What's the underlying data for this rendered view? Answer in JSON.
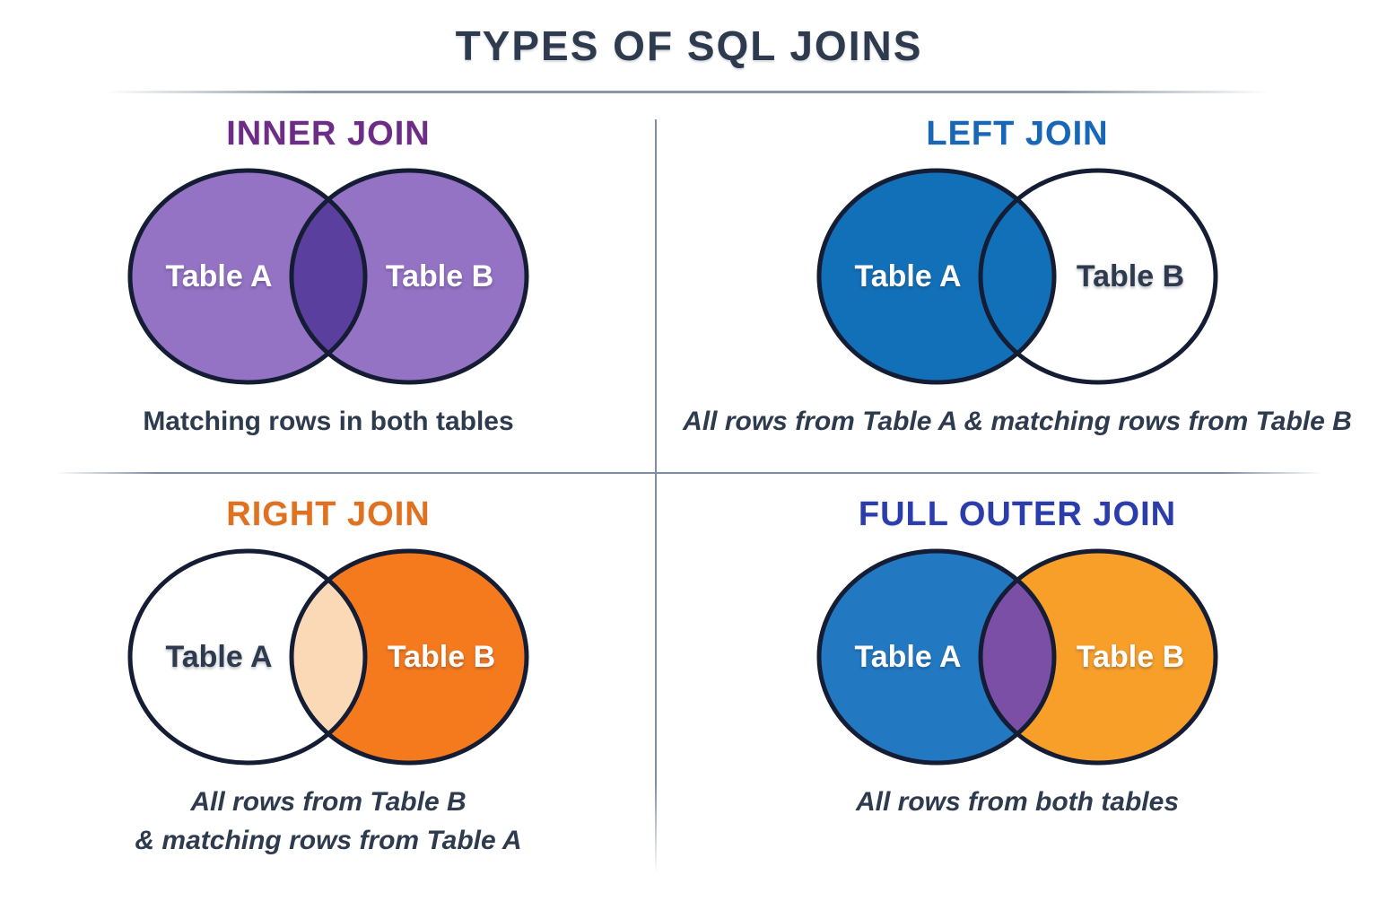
{
  "page": {
    "title": "TYPES OF SQL JOINS"
  },
  "colors": {
    "heading_text": "#2e3b4e",
    "caption_text": "#2e3b4e",
    "circle_outline": "#151d35",
    "divider": "#8a97a5"
  },
  "quadrants": [
    {
      "id": "inner-join",
      "title": "INNER JOIN",
      "title_color": "#6d2d87",
      "caption_style": "normal",
      "caption_lines": [
        "Matching rows in both tables"
      ],
      "venn": {
        "a_label": "Table A",
        "b_label": "Table B",
        "a_label_color": "#ffffff",
        "b_label_color": "#ffffff",
        "a_fill": "#9472c4",
        "b_fill": "#9472c4",
        "overlap_fill": "#5b3f9e"
      }
    },
    {
      "id": "left-join",
      "title": "LEFT JOIN",
      "title_color": "#1766b7",
      "caption_style": "italic",
      "caption_lines": [
        "All rows from Table A & matching rows from Table B"
      ],
      "venn": {
        "a_label": "Table A",
        "b_label": "Table B",
        "a_label_color": "#ffffff",
        "b_label_color": "#2e3b4e",
        "a_fill": "#1270b8",
        "b_fill": "#ffffff",
        "overlap_fill": "#1270b8"
      }
    },
    {
      "id": "right-join",
      "title": "RIGHT JOIN",
      "title_color": "#e0721f",
      "caption_style": "italic",
      "caption_lines": [
        "All rows from Table B",
        "& matching rows from Table A"
      ],
      "venn": {
        "a_label": "Table A",
        "b_label": "Table B",
        "a_label_color": "#2e3b4e",
        "b_label_color": "#ffffff",
        "a_fill": "#ffffff",
        "b_fill": "#f57a1e",
        "overlap_fill": "#fbd9b6"
      }
    },
    {
      "id": "full-outer-join",
      "title": "FULL OUTER JOIN",
      "title_color": "#2b3dad",
      "caption_style": "italic",
      "caption_lines": [
        "All rows from both tables"
      ],
      "venn": {
        "a_label": "Table A",
        "b_label": "Table B",
        "a_label_color": "#ffffff",
        "b_label_color": "#ffffff",
        "a_fill": "#2279c2",
        "b_fill": "#f89f2a",
        "overlap_fill": "#7a4fa5"
      }
    }
  ]
}
